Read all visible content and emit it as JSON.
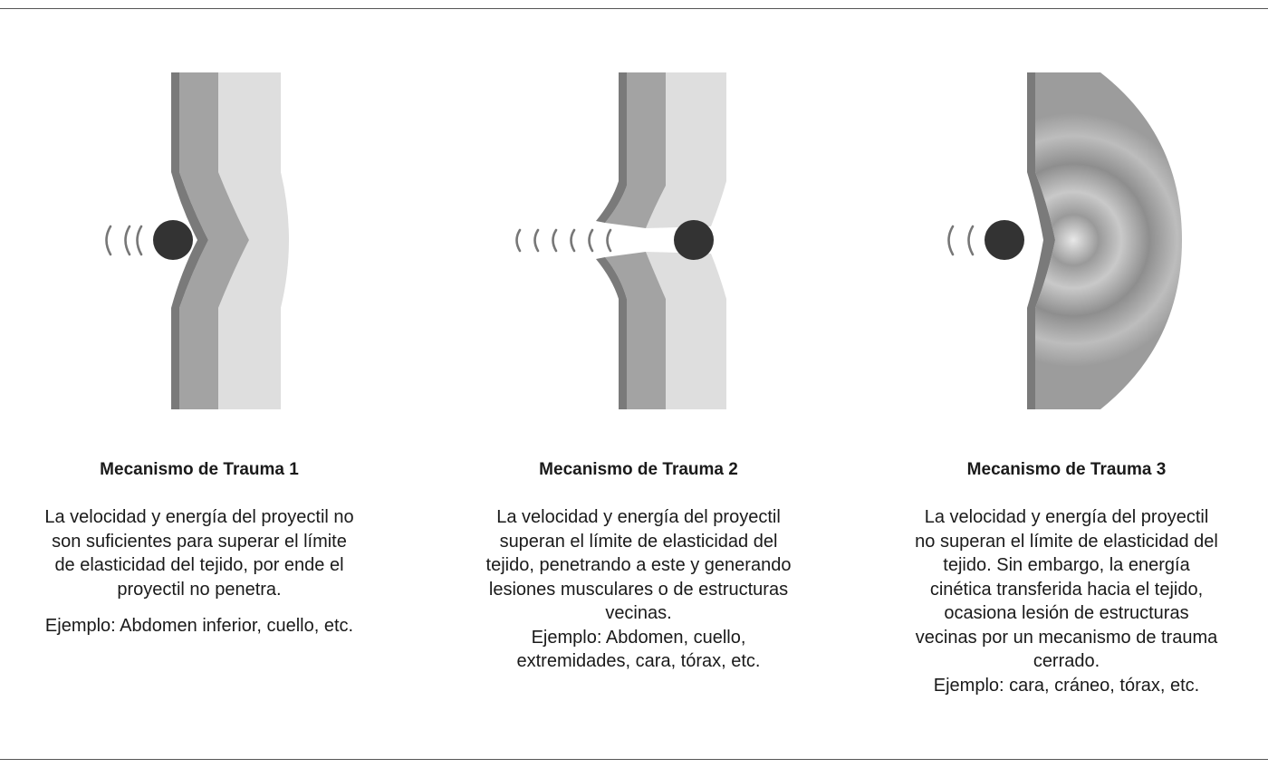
{
  "panels": [
    {
      "title": "Mecanismo de Trauma 1",
      "description_lines": [
        "La velocidad y energía del proyectil no",
        "son suficientes para superar el límite",
        "de elasticidad del tejido, por ende el",
        "proyectil no penetra."
      ],
      "example": "Ejemplo: Abdomen inferior, cuello, etc."
    },
    {
      "title": "Mecanismo de Trauma 2",
      "description_lines": [
        "La velocidad y energía del proyectil",
        "superan el límite de elasticidad del",
        "tejido, penetrando a este y generando",
        "lesiones musculares o de estructuras",
        "vecinas."
      ],
      "example_lines": [
        "Ejemplo: Abdomen, cuello,",
        "extremidades, cara, tórax, etc."
      ]
    },
    {
      "title": "Mecanismo de Trauma 3",
      "description_lines": [
        "La velocidad y energía del proyectil",
        "no superan el límite de elasticidad del",
        "tejido. Sin embargo, la energía",
        "cinética transferida hacia el tejido,",
        "ocasiona lesión de estructuras",
        "vecinas por un mecanismo de trauma",
        "cerrado."
      ],
      "example": "Ejemplo: cara, cráneo, tórax, etc."
    }
  ],
  "colors": {
    "projectile": "#333333",
    "tissue_dark": "#7a7a7a",
    "tissue_mid": "#a3a3a3",
    "tissue_light": "#dedede",
    "motion_lines": "#777777",
    "rule": "#555555"
  }
}
